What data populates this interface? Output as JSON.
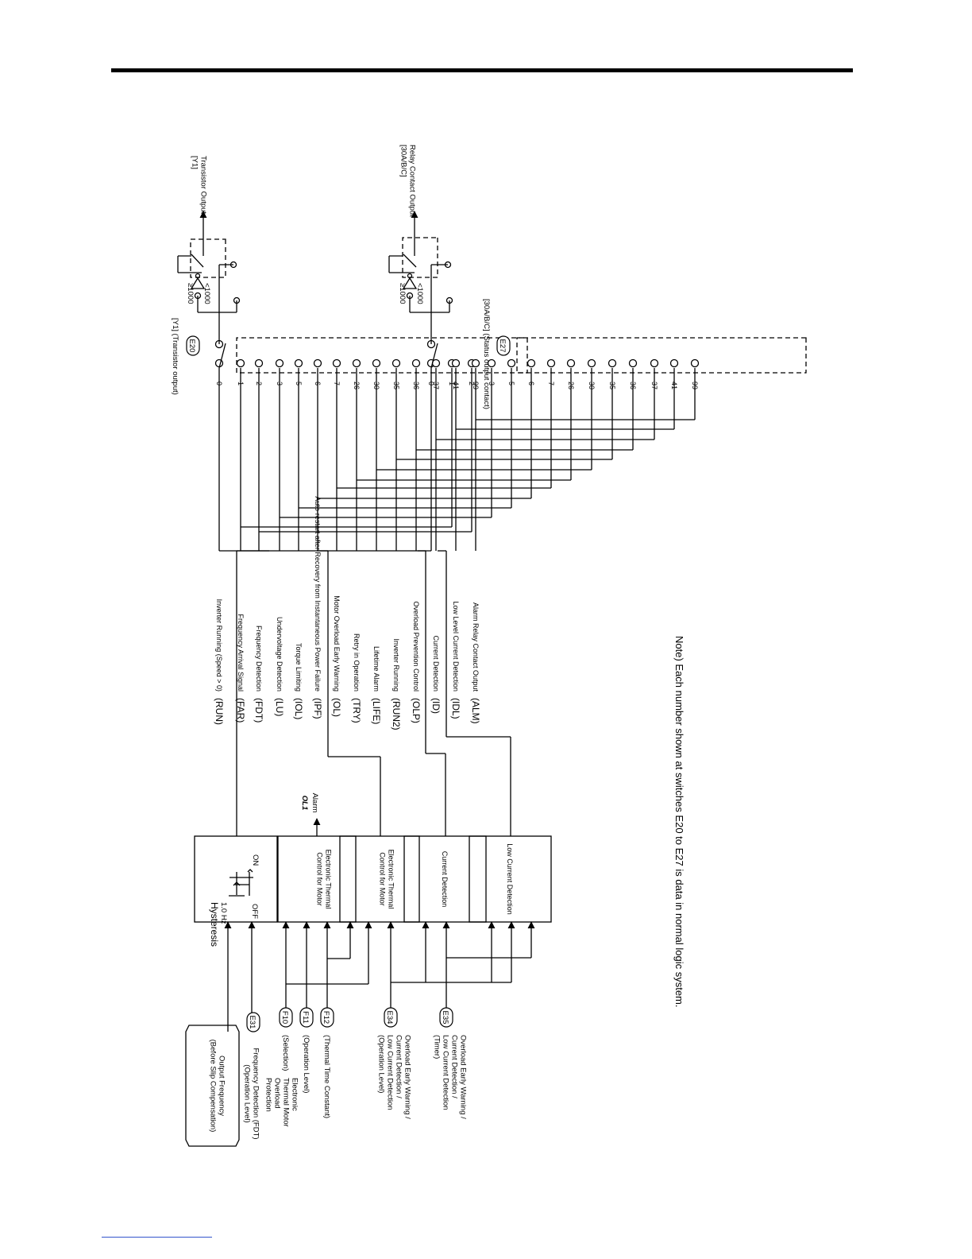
{
  "inputs": {
    "output_frequency": "Output Frequency\n(Before Slip Compensation)",
    "fdt_level": "Frequency Detection (FDT)\n(Operation Level)",
    "thermal_group": "Electronic\nThermal Motor\nOverload\nProtection",
    "f10_label": "(Selection)",
    "f11_label": "(Operation Level)",
    "f12_label": "(Thermal Time Constant)",
    "e34_label": "Overload Early Warning /\nCurrent Detection /\nLow Current Detection\n(Operation Level)",
    "e35_label": "Overload Early Warning /\nCurrent Detection /\nLow Current Detection\n(Timer)"
  },
  "codes": {
    "e31": "E31",
    "f10": "F10",
    "f11": "F11",
    "f12": "F12",
    "e34": "E34",
    "e35": "E35",
    "e20": "E20",
    "e27": "E27"
  },
  "blocks": {
    "hysteresis_title": "Hysteresis",
    "hysteresis_value": "1.0 Hz",
    "on": "ON",
    "off": "OFF",
    "thermal1": "Electronic Thermal\nControl for Motor",
    "thermal2": "Electronic Thermal\nControl for Motor",
    "current": "Current Detection",
    "low_current": "Low Current Detection",
    "alarm": "Alarm",
    "alarm_code": "OL1"
  },
  "signals": [
    {
      "desc": "Inverter Running (Speed > 0)",
      "code": "(RUN)"
    },
    {
      "desc": "Frequency Arrival Signal",
      "code": "(FAR)"
    },
    {
      "desc": "Frequency Detection",
      "code": "(FDT)"
    },
    {
      "desc": "Undervoltage Detection",
      "code": "(LU)"
    },
    {
      "desc": "Torque Limiting",
      "code": "(IOL)"
    },
    {
      "desc": "Auto-restart after Recovery from Instantaneous Power Failure",
      "code": "(IPF)"
    },
    {
      "desc": "Motor  Overload Early Warning",
      "code": "(OL)"
    },
    {
      "desc": "Retry in Operation",
      "code": "(TRY)"
    },
    {
      "desc": "Lifetime Alarm",
      "code": "(LIFE)"
    },
    {
      "desc": "Inverter Running",
      "code": "(RUN2)"
    },
    {
      "desc": "Overload Prevention Control",
      "code": "(OLP)"
    },
    {
      "desc": "Current Detection",
      "code": "(ID)"
    },
    {
      "desc": "Low Level Current Detection",
      "code": "(IDL)"
    },
    {
      "desc": "Alarm Relay Contact Output",
      "code": "(ALM)"
    }
  ],
  "switch_numbers": [
    "0",
    "1",
    "2",
    "3",
    "5",
    "6",
    "7",
    "26",
    "30",
    "35",
    "36",
    "37",
    "41",
    "99"
  ],
  "outputs": {
    "y1_switch": "[Y1] (Transistor output)",
    "r30_switch": "[30A/B/C] (Status output contact)",
    "y1_title": "Transistor Output\n[Y1]",
    "r30_title": "Relay Contact Output\n[30A/B/C]",
    "lt1000": "<1000",
    "ge1000": "≥1000"
  },
  "note": "Note)  Each number shown at switches E20 to E27 is data in normal logic system."
}
